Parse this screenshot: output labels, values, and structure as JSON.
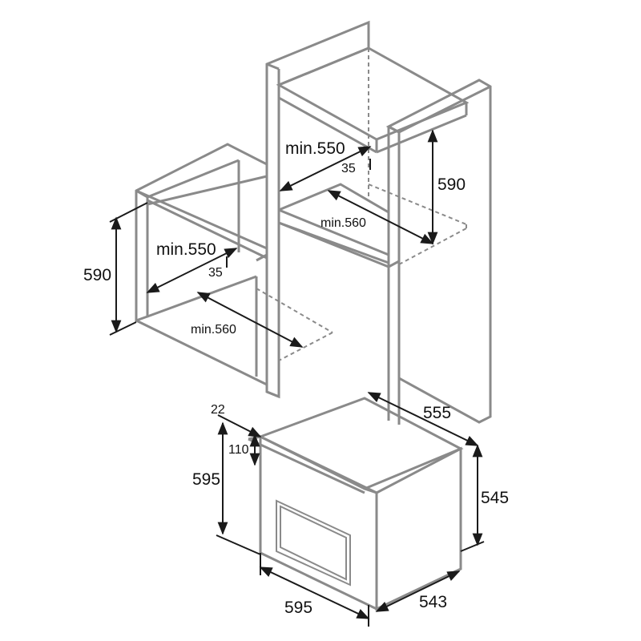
{
  "labels": {
    "wall_depth": "min.550",
    "wall_recess": "35",
    "wall_width": "min.560",
    "wall_height": "590",
    "col_depth": "min.550",
    "col_recess": "35",
    "col_width": "min.560",
    "col_height": "590",
    "oven_front_offset": "22",
    "oven_top_offset": "110",
    "oven_height": "595",
    "oven_depth": "555",
    "oven_body_height": "545",
    "oven_width": "595",
    "oven_body_width": "543"
  },
  "colors": {
    "outline": "#8a8a8a",
    "dimension": "#1a1a1a"
  }
}
